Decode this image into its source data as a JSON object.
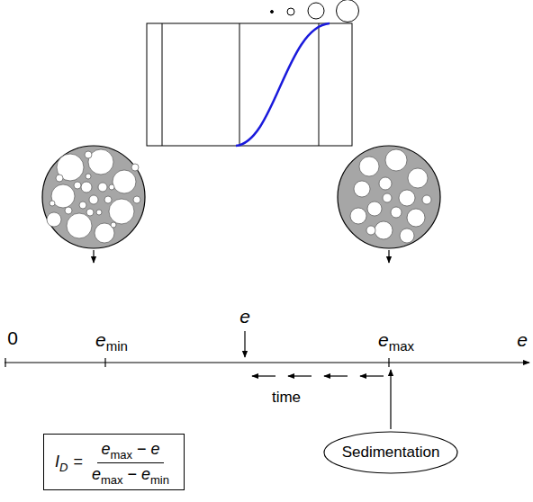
{
  "diagram": {
    "nodes": [
      {
        "text": [
          "I",
          "D",
          "=",
          "e",
          "max",
          "−",
          "e",
          "e",
          "max",
          "−",
          "e",
          "min"
        ]
      },
      {
        "text": [
          "Sedimentation"
        ]
      }
    ],
    "labels": [
      "0",
      "e",
      "min",
      "e",
      "e",
      "max",
      "e",
      "time"
    ]
  }
}
